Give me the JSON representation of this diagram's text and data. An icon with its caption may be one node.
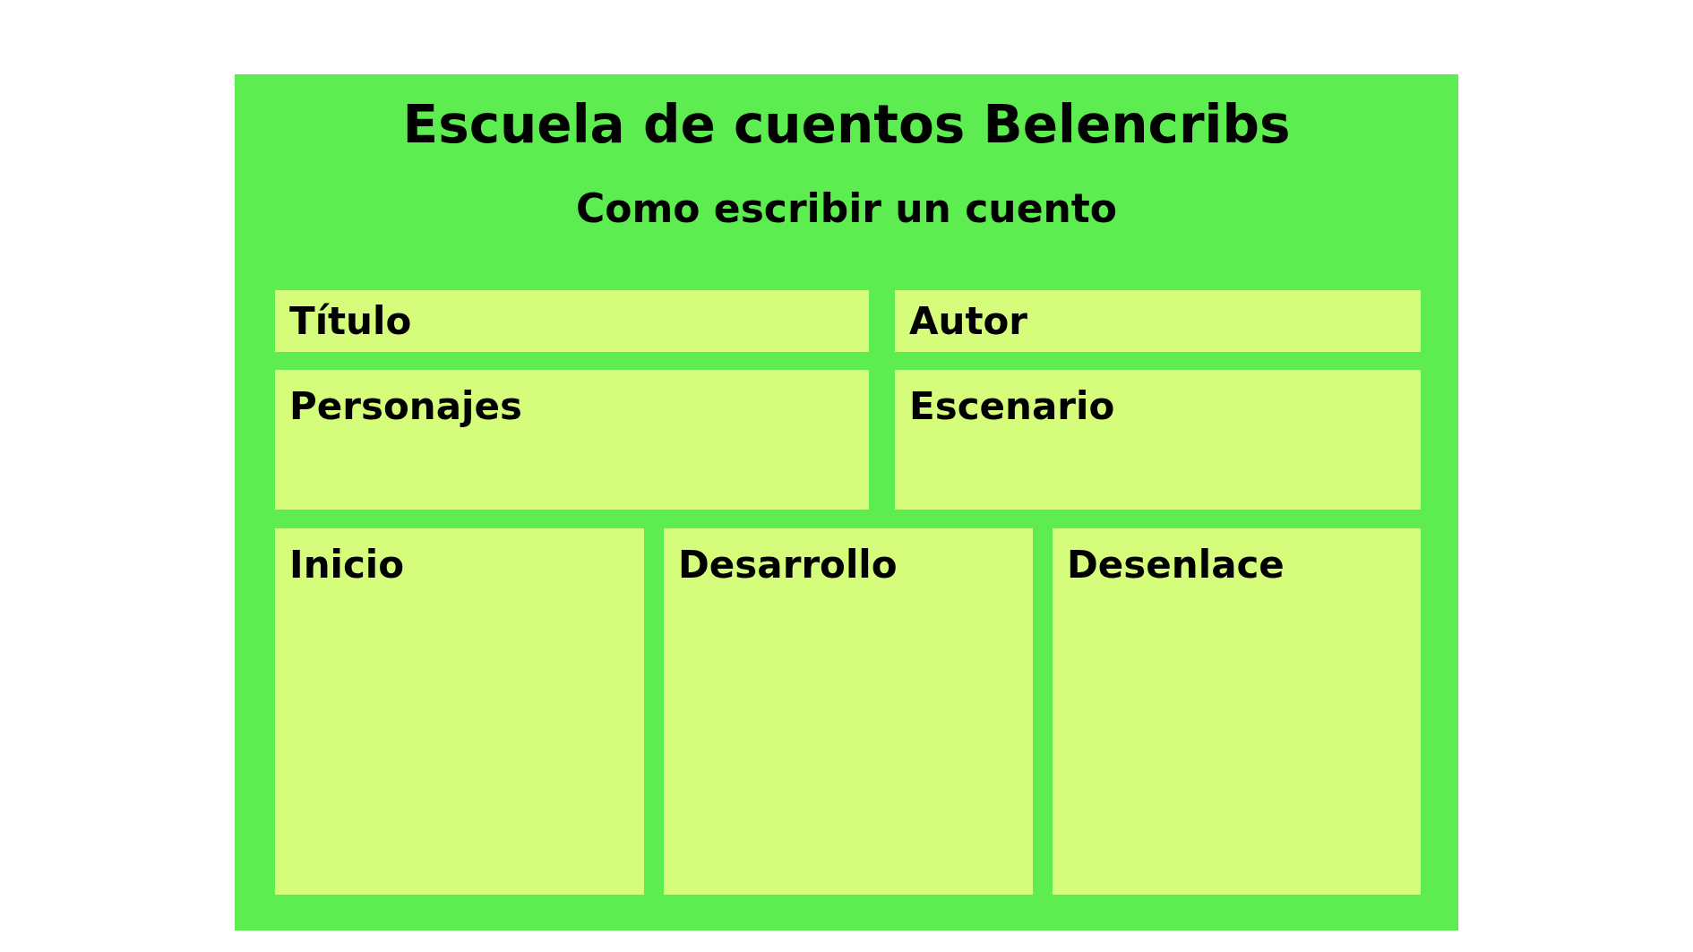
{
  "diagram": {
    "nodes": [
      {
        "text": [
          "Escuela de cuentos Belencribs",
          "Como escribir un cuento"
        ]
      },
      {
        "text": [
          "Título"
        ],
        "in": 0
      },
      {
        "text": [
          "Autor"
        ],
        "in": 0
      },
      {
        "text": [
          "Personajes"
        ],
        "in": 0
      },
      {
        "text": [
          "Escenario"
        ],
        "in": 0
      },
      {
        "text": [
          "Inicio"
        ],
        "in": 0
      },
      {
        "text": [
          "Desarrollo"
        ],
        "in": 0
      },
      {
        "text": [
          "Desenlace"
        ],
        "in": 0
      }
    ]
  }
}
